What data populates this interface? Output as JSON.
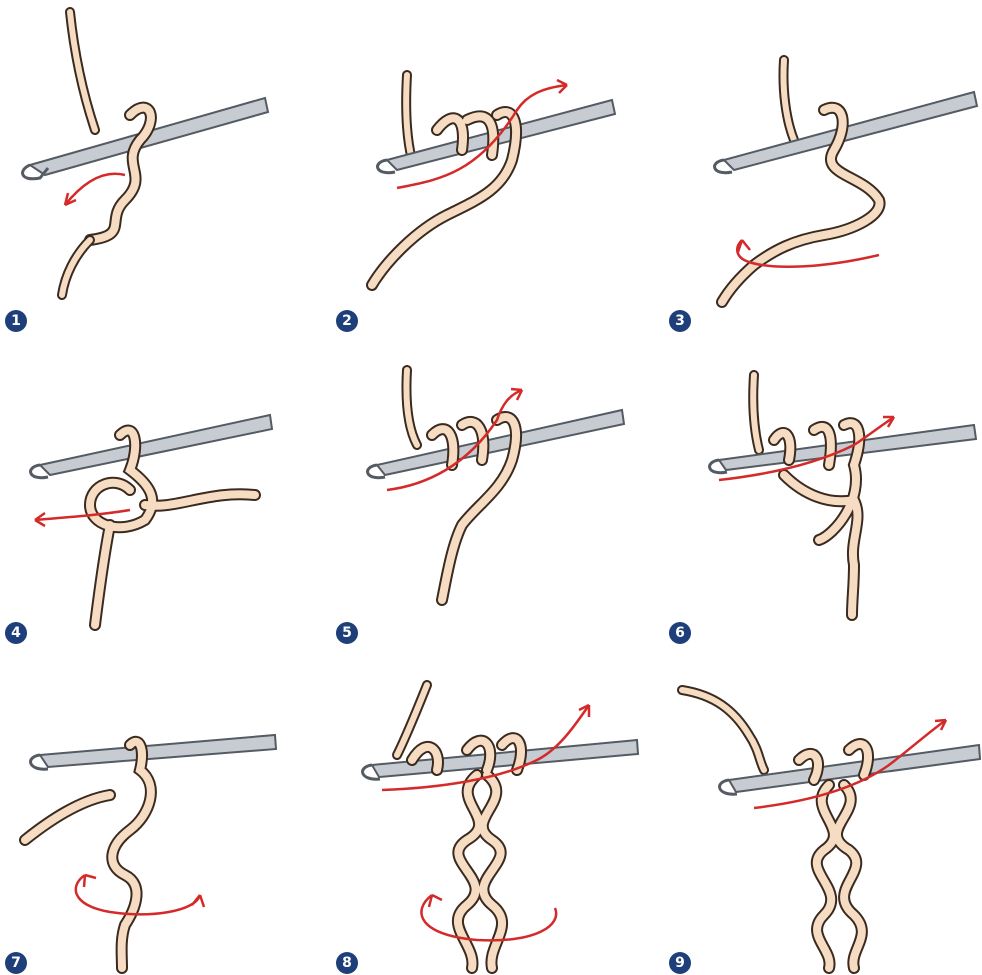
{
  "steps": [
    {
      "number": "1"
    },
    {
      "number": "2"
    },
    {
      "number": "3"
    },
    {
      "number": "4"
    },
    {
      "number": "5"
    },
    {
      "number": "6"
    },
    {
      "number": "7"
    },
    {
      "number": "8"
    },
    {
      "number": "9"
    }
  ],
  "colors": {
    "badge": "#1f3f7a",
    "yarn_fill": "#f6dcc2",
    "yarn_outline": "#3a2a1f",
    "hook": "#c7ccd3",
    "hook_outline": "#555b63",
    "arrow": "#d42a2a"
  },
  "icons": {
    "hook": "crochet-hook-icon",
    "yarn": "yarn-strand-icon",
    "arrow": "direction-arrow-icon"
  }
}
